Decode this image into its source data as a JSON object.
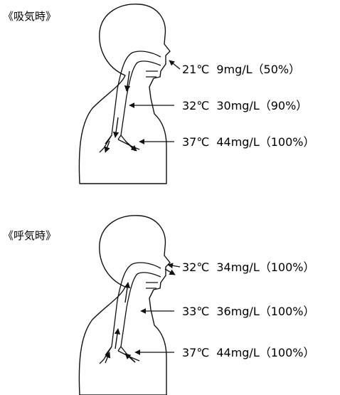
{
  "inhalation": {
    "label": "《吸気時》",
    "readings": [
      {
        "temp": "21℃",
        "humidity": "9mg/L（50%）"
      },
      {
        "temp": "32℃",
        "humidity": "30mg/L（90%）"
      },
      {
        "temp": "37℃",
        "humidity": "44mg/L（100%）"
      }
    ]
  },
  "exhalation": {
    "label": "《呼気時》",
    "readings": [
      {
        "temp": "32℃",
        "humidity": "34mg/L（100%）"
      },
      {
        "temp": "33℃",
        "humidity": "36mg/L（100%）"
      },
      {
        "temp": "37℃",
        "humidity": "44mg/L（100%）"
      }
    ]
  },
  "line_color": "#111111"
}
